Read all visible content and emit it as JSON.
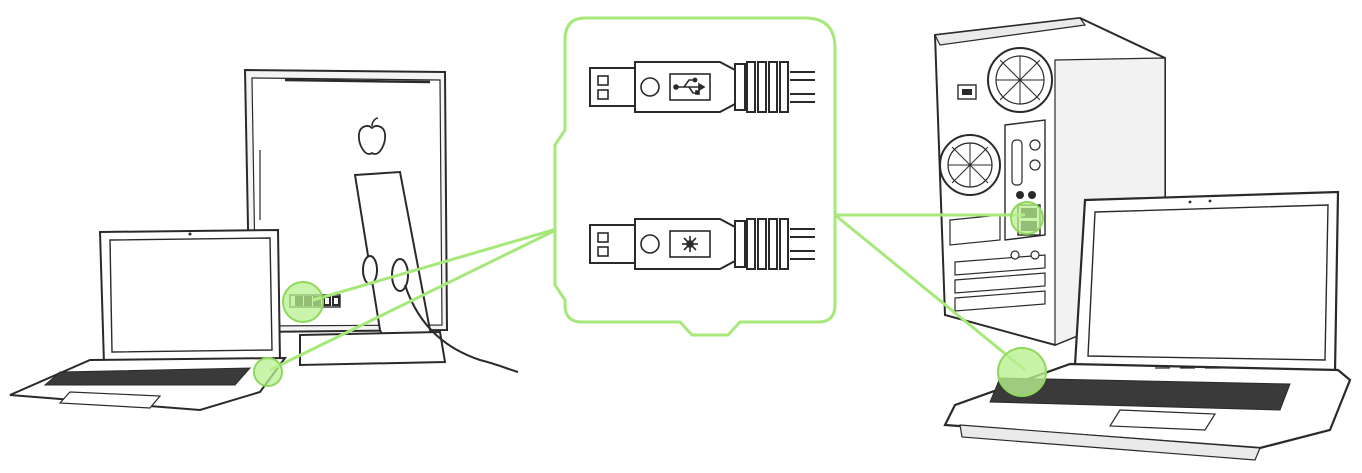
{
  "diagram": {
    "kind": "usb-connection-illustration",
    "connector_icons": [
      "usb-trident-icon",
      "laser-burst-icon"
    ],
    "devices": [
      "imac-desktop",
      "macbook-laptop",
      "tower-pc",
      "razer-blade-laptop"
    ],
    "colors": {
      "accent_green": "#a6e97a",
      "accent_green_fill": "#b8f090",
      "outline": "#2a2a2a",
      "light_gray": "#d8d8d8",
      "mid_gray": "#9a9a9a",
      "dark_gray": "#3a3a3a"
    }
  }
}
